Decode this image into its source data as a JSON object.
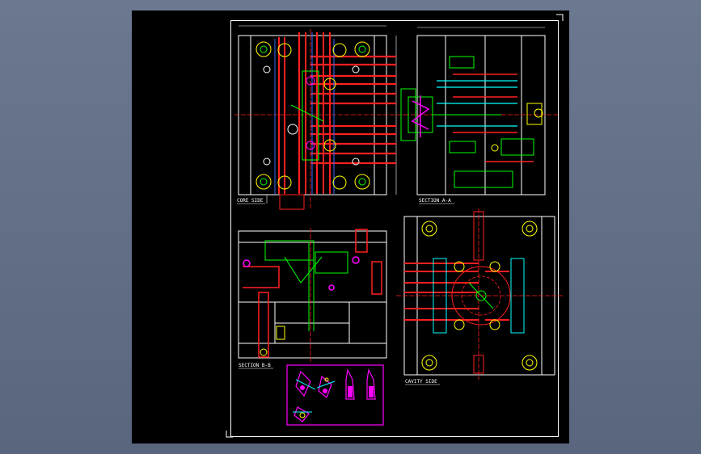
{
  "viewer": {
    "background_color": "#5f6c83",
    "canvas_color": "#000000"
  },
  "drawing": {
    "view_labels": {
      "core_side": "CORE SIDE",
      "section_aa": "SECTION A-A",
      "section_bb": "SECTION B-B",
      "cavity_side": "CAVITY SIDE"
    },
    "colors": {
      "outline": "#ffffff",
      "centerline": "#ff2020",
      "part": "#00ff00",
      "bolt": "#ffff00",
      "water_line": "#00ffff",
      "ejector": "#3a6bff",
      "detail": "#ff00ff"
    }
  }
}
